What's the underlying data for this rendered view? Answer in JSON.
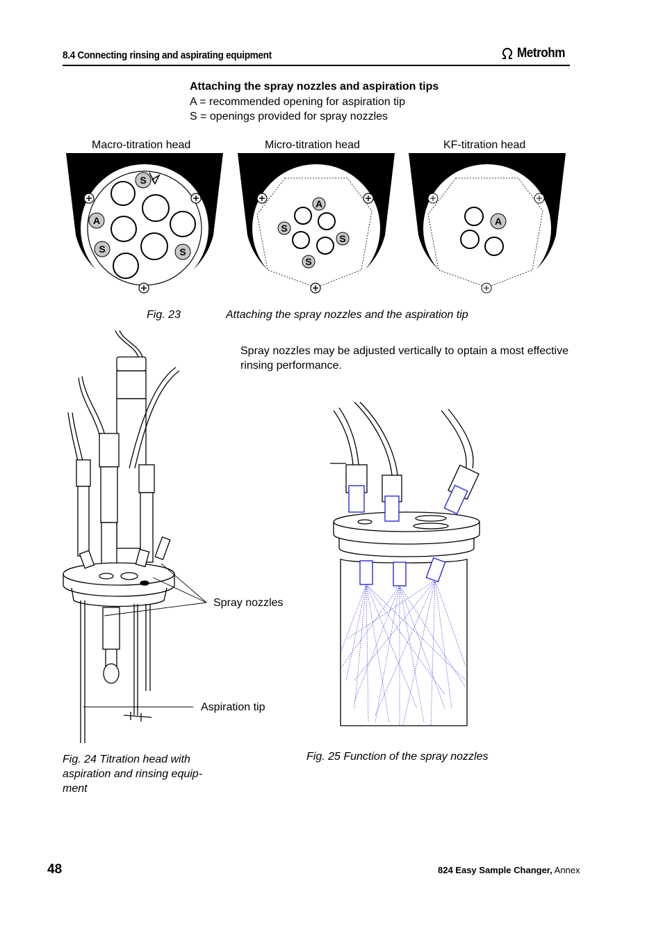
{
  "header": {
    "section": "8.4 Connecting rinsing and aspirating equipment",
    "brand": "Metrohm",
    "brand_icon": "omega-logo-icon"
  },
  "intro": {
    "title": "Attaching the spray nozzles and aspiration tips",
    "legend_a": "A = recommended opening for aspiration tip",
    "legend_s": "S = openings provided for spray nozzles"
  },
  "heads": [
    {
      "label": "Macro-titration head"
    },
    {
      "label": "Micro-titration head"
    },
    {
      "label": "KF-titration head"
    }
  ],
  "marks": {
    "a": "A",
    "s": "S"
  },
  "fig23": {
    "number": "Fig.  23",
    "text": "Attaching the spray nozzles and the aspiration tip"
  },
  "paragraph": "Spray nozzles may be  adjusted vertically to optain a most effective rinsing performance.",
  "callouts": {
    "spray": "Spray nozzles",
    "tip": "Aspiration tip"
  },
  "fig24": {
    "line1": "Fig.  24 Titration head with",
    "line2": "aspiration and rinsing equip-",
    "line3": "ment"
  },
  "fig25": {
    "text": "Fig.  25 Function of the spray nozzles"
  },
  "footer": {
    "page": "48",
    "product": "824 Easy Sample Changer,",
    "suffix": " Annex"
  },
  "colors": {
    "spray": "#1a1adb",
    "ink": "#000000",
    "marker_fill": "#c8c8c8"
  }
}
